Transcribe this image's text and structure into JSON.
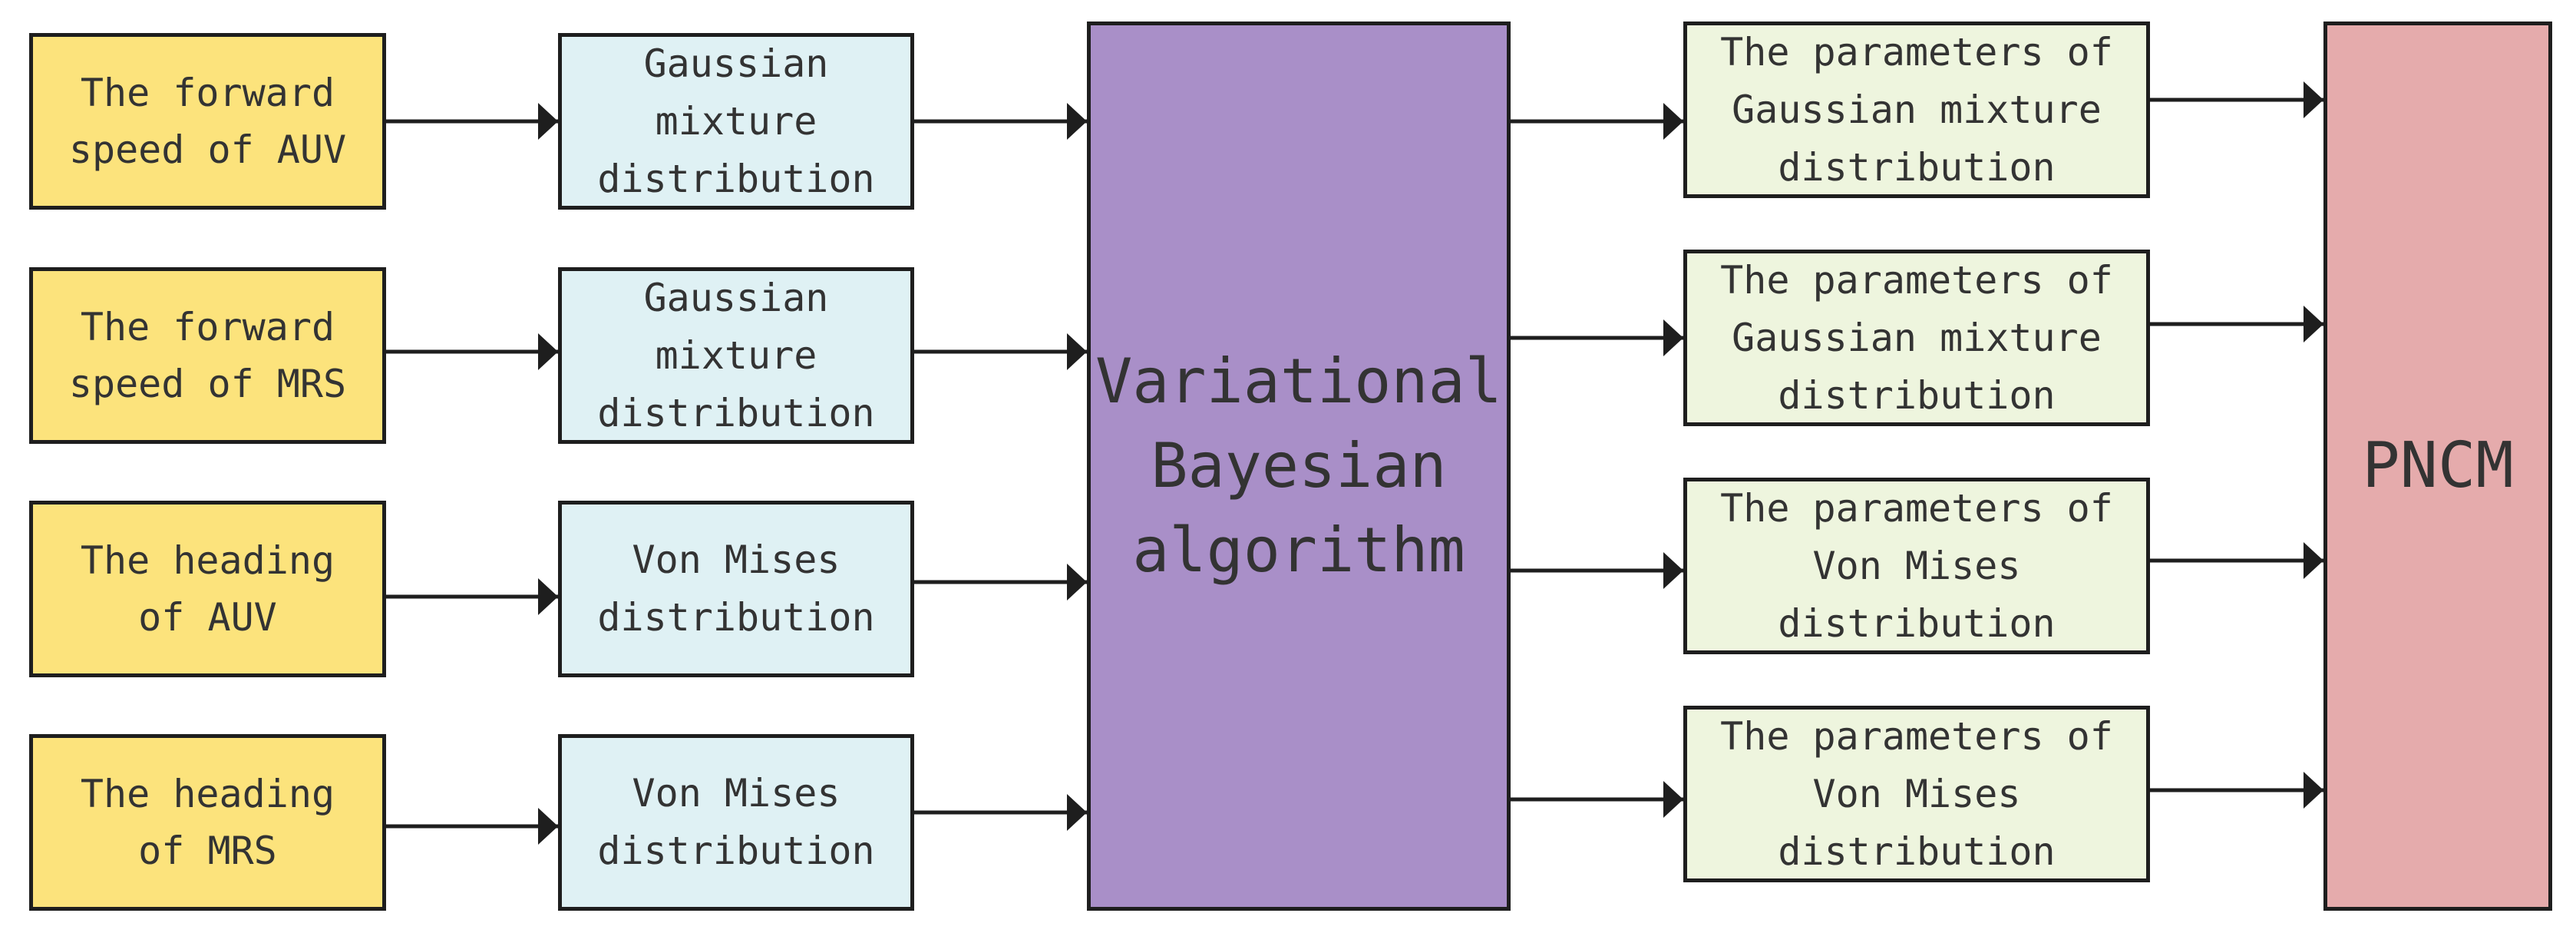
{
  "colors": {
    "input_fill": "#fce37c",
    "distribution_fill": "#dff1f4",
    "algorithm_fill": "#a98fc8",
    "parameters_fill": "#eef5de",
    "model_fill": "#e5abac",
    "stroke": "#1e1e1e",
    "text": "#333333"
  },
  "inputs": [
    {
      "lines": [
        "The forward",
        "speed of AUV"
      ]
    },
    {
      "lines": [
        "The forward",
        "speed of MRS"
      ]
    },
    {
      "lines": [
        "The heading",
        "of AUV"
      ]
    },
    {
      "lines": [
        "The heading",
        "of MRS"
      ]
    }
  ],
  "distributions": [
    {
      "lines": [
        "Gaussian",
        "mixture",
        "distribution"
      ]
    },
    {
      "lines": [
        "Gaussian",
        "mixture",
        "distribution"
      ]
    },
    {
      "lines": [
        "Von Mises",
        "distribution"
      ]
    },
    {
      "lines": [
        "Von Mises",
        "distribution"
      ]
    }
  ],
  "algorithm": {
    "lines": [
      "Variational",
      "Bayesian",
      "algorithm"
    ]
  },
  "parameters": [
    {
      "lines": [
        "The parameters of",
        "Gaussian mixture",
        "distribution"
      ]
    },
    {
      "lines": [
        "The parameters of",
        "Gaussian mixture",
        "distribution"
      ]
    },
    {
      "lines": [
        "The parameters of",
        "Von Mises",
        "distribution"
      ]
    },
    {
      "lines": [
        "The parameters of",
        "Von Mises",
        "distribution"
      ]
    }
  ],
  "model": {
    "lines": [
      "PNCM"
    ]
  }
}
